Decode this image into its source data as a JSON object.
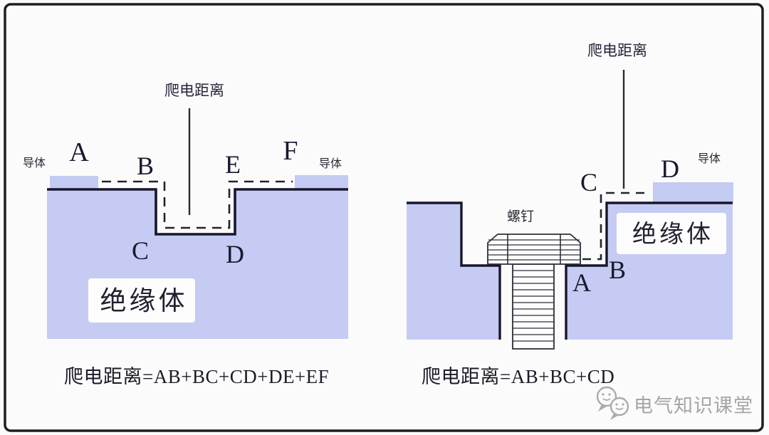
{
  "figure": {
    "background": "#fbfafa",
    "frame_color": "#1e1e1e"
  },
  "colors": {
    "insulator_fill": "#c5cbf2",
    "outline": "#16162e",
    "label_text": "#181830",
    "watermark": "#a5a5a5"
  },
  "left_diagram": {
    "creepage_label": "爬电距离",
    "conductor_left": "导体",
    "conductor_right": "导体",
    "insulator_label": "绝缘体",
    "point_a": "A",
    "point_b": "B",
    "point_c": "C",
    "point_d": "D",
    "point_e": "E",
    "point_f": "F",
    "formula": "爬电距离=AB+BC+CD+DE+EF"
  },
  "right_diagram": {
    "creepage_label": "爬电距离",
    "screw_label": "螺钉",
    "conductor_label": "导体",
    "insulator_label": "绝缘体",
    "point_a": "A",
    "point_b": "B",
    "point_c": "C",
    "point_d": "D",
    "formula": "爬电距离=AB+BC+CD"
  },
  "watermark": {
    "text": "电气知识课堂"
  }
}
